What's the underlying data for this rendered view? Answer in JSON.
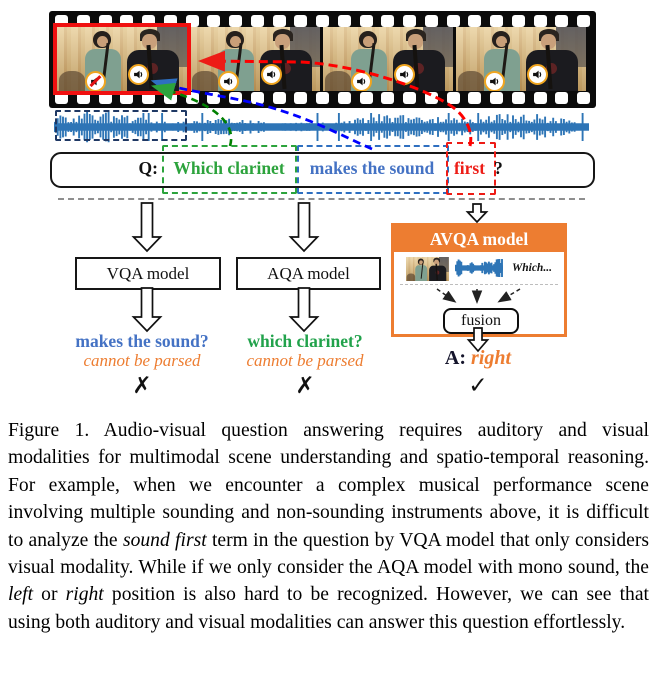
{
  "figure": {
    "filmstrip": {
      "frames": [
        {
          "label": "video-frame-1",
          "highlight": true,
          "speakers": [
            "muted",
            "on"
          ]
        },
        {
          "label": "video-frame-2",
          "highlight": false,
          "speakers": [
            "on",
            "on"
          ]
        },
        {
          "label": "video-frame-3",
          "highlight": false,
          "speakers": [
            "on",
            "on"
          ]
        },
        {
          "label": "video-frame-4",
          "highlight": false,
          "speakers": [
            "on",
            "on"
          ]
        }
      ]
    },
    "question": {
      "prefix": "Q:",
      "segments": [
        {
          "text": "Which clarinet",
          "color": "#2CA33C"
        },
        {
          "text": "makes the sound",
          "color": "#4472C4"
        },
        {
          "text": "first",
          "color": "#ED1C16"
        }
      ],
      "suffix": "?"
    },
    "models": {
      "vqa": "VQA model",
      "aqa": "AQA model",
      "avqa": "AVQA model",
      "fusion": "fusion",
      "avqa_question_snippet": "Which..."
    },
    "results": {
      "vqa": {
        "line1": "makes the sound?",
        "line2": "cannot be parsed",
        "mark": "✗"
      },
      "aqa": {
        "line1": "which clarinet?",
        "line2": "cannot be parsed",
        "mark": "✗"
      },
      "avqa": {
        "answer_prefix": "A:",
        "answer": "right",
        "mark": "✓"
      }
    },
    "colors": {
      "green": "#2CA33C",
      "blue": "#4472C4",
      "blue_wave": "#2E75B6",
      "blue_dash": "#2E6FC0",
      "red": "#ED1C16",
      "orange": "#ED7D31",
      "navy": "#1F3864",
      "gray_dash": "#8F8F8F"
    }
  },
  "caption": {
    "segments": [
      {
        "t": "Figure 1. Audio-visual question answering requires auditory and visual modalities for multimodal scene understanding and spatio-temporal reasoning. For example, when we encounter a complex musical performance scene involving multiple sounding and non-sounding instruments above, it is difficult to analyze the "
      },
      {
        "t": "sound first",
        "i": true
      },
      {
        "t": " term in the question by VQA model that only considers visual modality. While if we only consider the AQA model with mono sound, the "
      },
      {
        "t": "left",
        "i": true
      },
      {
        "t": " or "
      },
      {
        "t": "right",
        "i": true
      },
      {
        "t": " position is also hard to be recognized. However, we can see that using both auditory and visual modalities can answer this question effortlessly."
      }
    ]
  }
}
